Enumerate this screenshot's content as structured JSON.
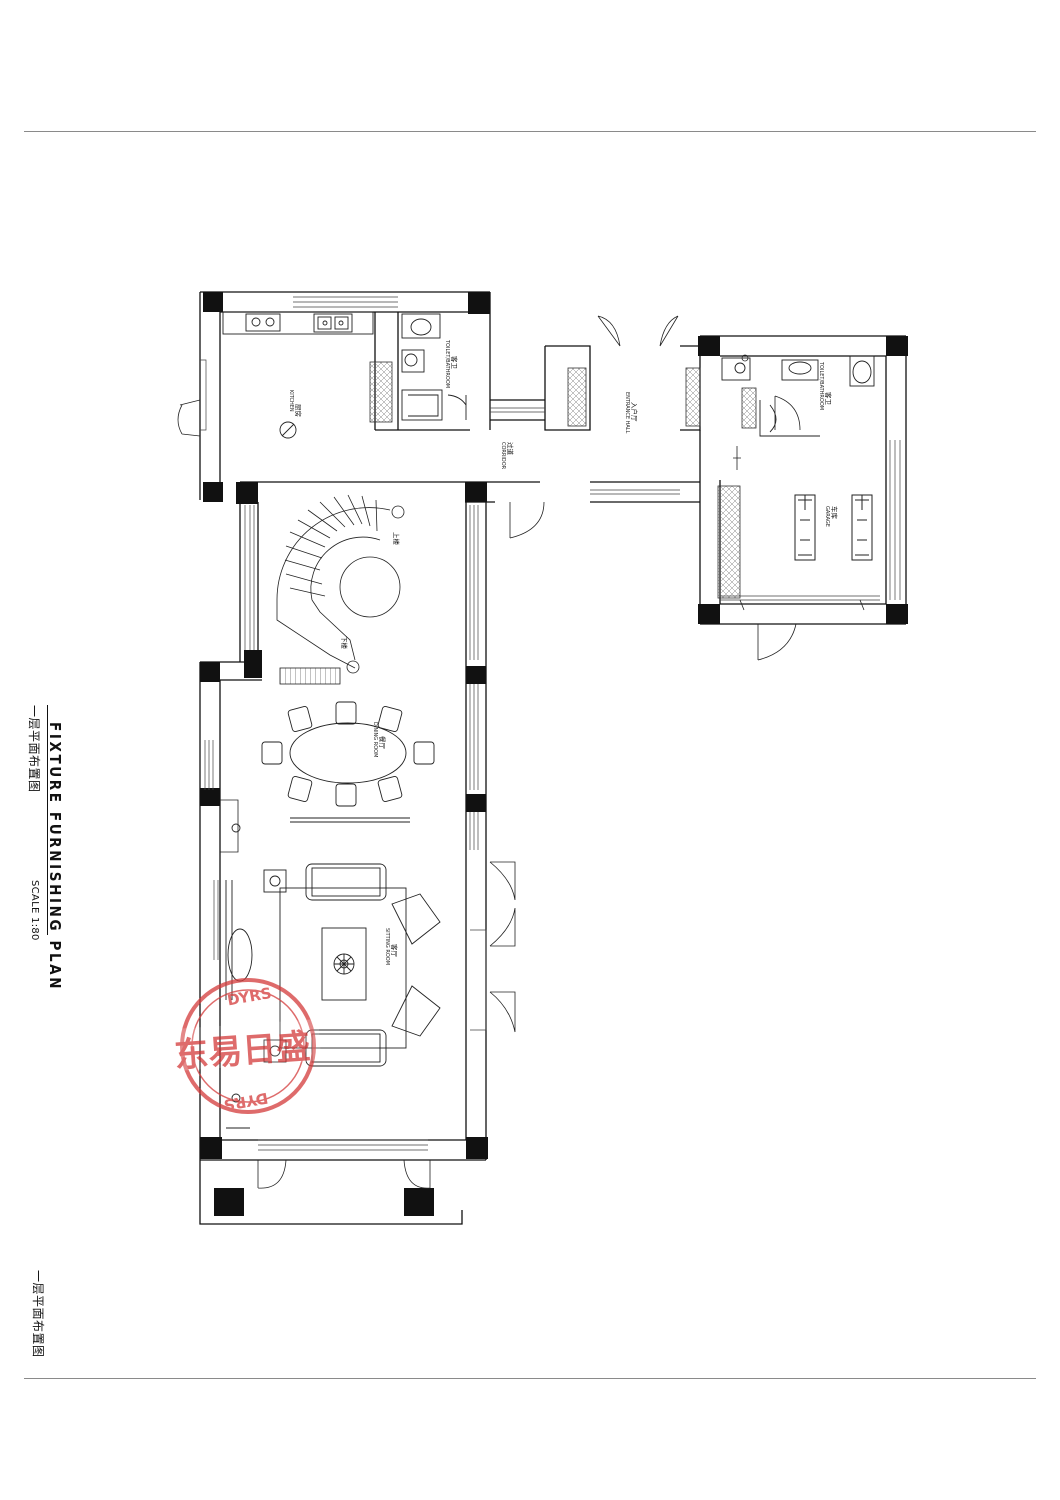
{
  "drawing": {
    "title_en": "FIXTURE FURNISHING PLAN",
    "title_cn": "一层平面布置图",
    "scale": "SCALE 1:80",
    "caption_cn": "一层平面布置图"
  },
  "rooms": [
    {
      "key": "kitchen",
      "cn": "厨房",
      "en": "KITCHEN"
    },
    {
      "key": "bath1",
      "cn": "客卫",
      "en": "TOILET/BATHROOM"
    },
    {
      "key": "entry",
      "cn": "入户厅",
      "en": "ENTRANCE HALL"
    },
    {
      "key": "corridor",
      "cn": "过道",
      "en": "CORRIDOR"
    },
    {
      "key": "bath2",
      "cn": "客卫",
      "en": "TOILET/BATHROOM"
    },
    {
      "key": "garage",
      "cn": "车库",
      "en": "GARAGE"
    },
    {
      "key": "dining",
      "cn": "餐厅",
      "en": "DINING ROOM"
    },
    {
      "key": "living",
      "cn": "客厅",
      "en": "SITTING ROOM"
    }
  ],
  "stair_labels": {
    "up": "上楼",
    "down": "下楼"
  },
  "stamp": {
    "brand_cn": "东易日盛",
    "brand_en": "DYRS",
    "color": "#d43a3a"
  }
}
